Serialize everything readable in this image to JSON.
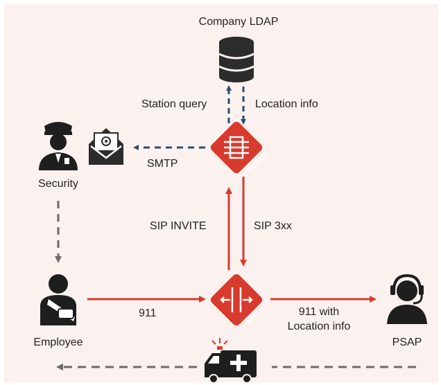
{
  "diagram": {
    "nodes": {
      "ldap": {
        "label": "Company LDAP",
        "icon": "database-icon"
      },
      "occas": {
        "label": "OCCAS",
        "icon": "occas-router-icon"
      },
      "security": {
        "label": "Security",
        "icon": "security-guard-icon"
      },
      "email": {
        "icon": "email-envelope-icon"
      },
      "employee": {
        "label": "Employee",
        "icon": "injured-employee-icon"
      },
      "sbc": {
        "label": "SBC",
        "icon": "sbc-router-icon"
      },
      "psap": {
        "label": "PSAP",
        "icon": "headset-operator-icon"
      },
      "ambulance": {
        "icon": "ambulance-icon"
      }
    },
    "edges": {
      "station_query": "Station query",
      "location_info": "Location info",
      "smtp": "SMTP",
      "sip_invite": "SIP INVITE",
      "sip_3xx": "SIP 3xx",
      "call_911": "911",
      "call_911_with_location_line1": "911 with",
      "call_911_with_location_line2": "Location info"
    },
    "colors": {
      "background": "#FBF1EF",
      "red": "#D83B2D",
      "blue_dashed": "#2A4D6B",
      "gray_dashed": "#6B6B6B",
      "dark": "#1E1E1E"
    }
  }
}
